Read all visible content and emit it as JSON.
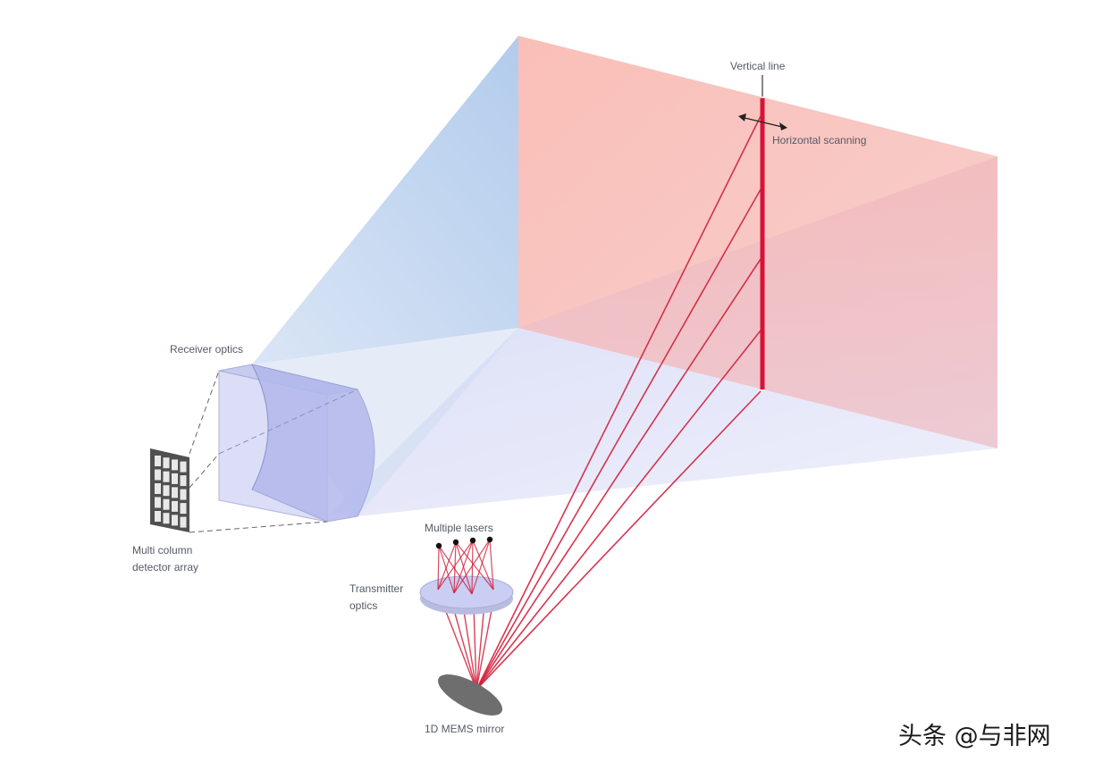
{
  "labels": {
    "vertical_line": "Vertical line",
    "horizontal_scanning": "Horizontal scanning",
    "receiver_optics": "Receiver optics",
    "detector_array_line1": "Multi column",
    "detector_array_line2": "detector array",
    "multiple_lasers": "Multiple lasers",
    "transmitter_optics_line1": "Transmitter",
    "transmitter_optics_line2": "optics",
    "mems_mirror": "1D MEMS mirror"
  },
  "watermark": "头条 @与非网",
  "colors": {
    "field_of_view": "#f7b7b3",
    "receiver_cone": "#b8d1ee",
    "floor": "#e3e6fb",
    "beam": "#d2203c",
    "lens": "#c8cdf2",
    "detector": "#555555",
    "mirror": "#6e6e6e"
  }
}
